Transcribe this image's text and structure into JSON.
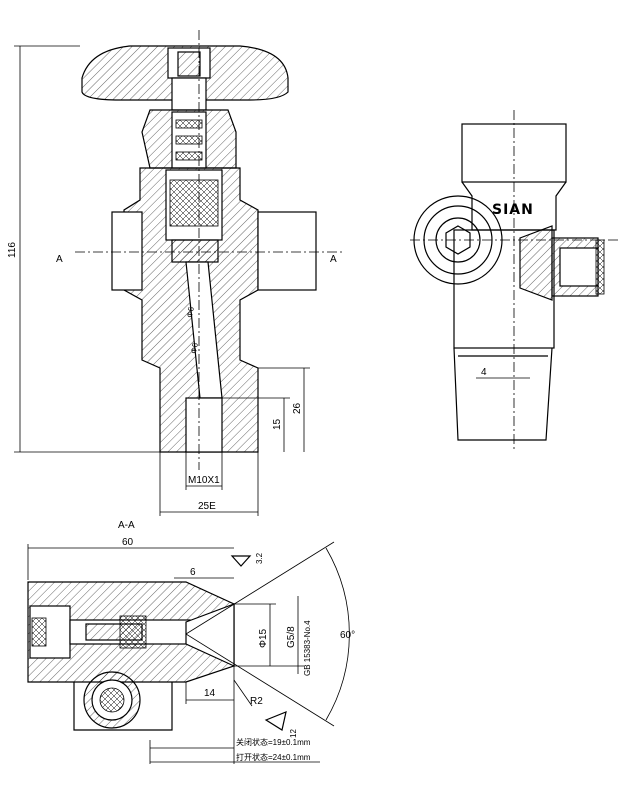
{
  "top_view": {
    "overall_height": "116",
    "section_mark_left": "A",
    "section_mark_right": "A",
    "phi_upper": "Φ6",
    "phi_lower": "Φ6",
    "dim_26": "26",
    "dim_15": "15",
    "thread": "M10X1",
    "dim_bottom": "25E"
  },
  "side_view": {
    "brand": "SIAN",
    "label_4": "4"
  },
  "section_view": {
    "title": "A-A",
    "dim_60": "60",
    "dim_3_2": "3.2",
    "dim_6": "6",
    "dim_phi15": "Φ15",
    "dim_g58": "G5/8",
    "standard": "GB 15383-No.4",
    "angle_60": "60°",
    "dim_14": "14",
    "dim_r2": "R2",
    "dim_12": "12",
    "note_closed": "关闭状态=19±0.1mm",
    "note_open": "打开状态=24±0.1mm"
  }
}
